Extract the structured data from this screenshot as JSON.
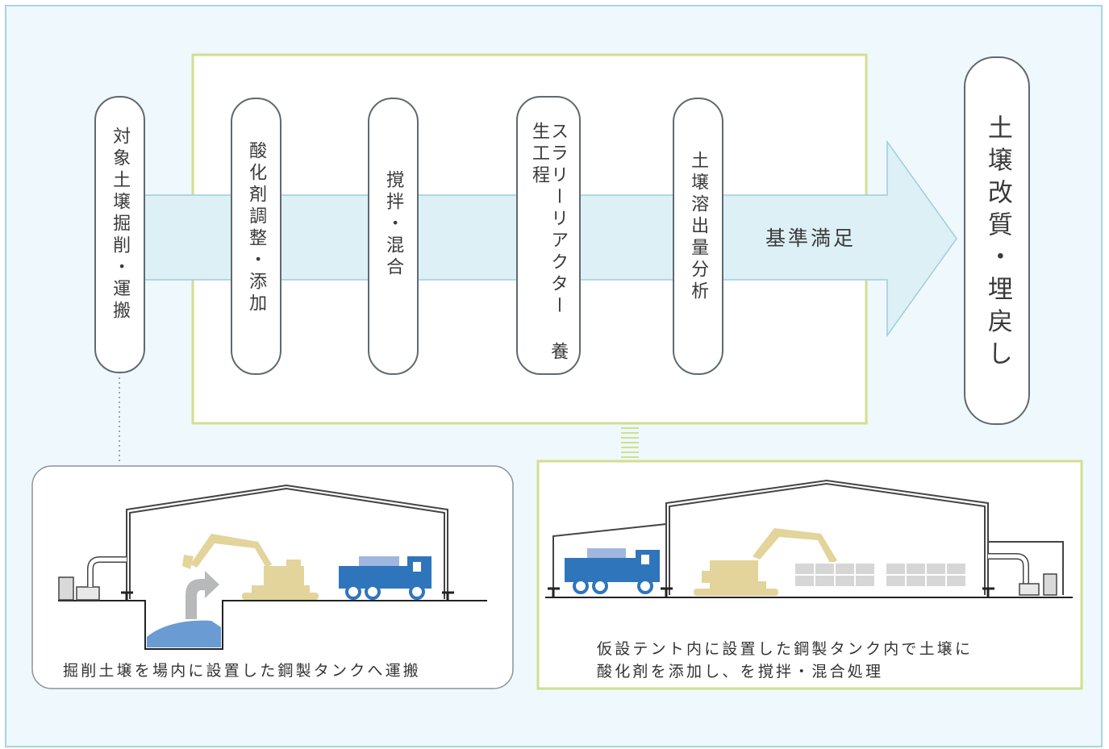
{
  "flow_steps": [
    {
      "label": "対象土壌掘削・運搬"
    },
    {
      "label": "酸化剤調整・添加"
    },
    {
      "label": "撹拌・混合"
    },
    {
      "label_line1": "スラリーリアクター",
      "label_line2": "養生工程"
    },
    {
      "label": "土壌溶出量分析"
    }
  ],
  "arrow_label": "基準満足",
  "final_step": {
    "label": "土壌改質・埋戻し"
  },
  "left_panel": {
    "caption": "掘削土壌を場内に設置した鋼製タンクへ運搬"
  },
  "right_panel": {
    "caption_line1": "仮設テント内に設置した鋼製タンク内で土壌に",
    "caption_line2": "酸化剤を添加し、を撹拌・混合処理"
  },
  "colors": {
    "background": "#eff8fd",
    "frame_border": "#a8d5dc",
    "highlight_box": "#cfe08e",
    "arrow_fill": "#ddf0f6",
    "pill_border": "#5f6a70",
    "excavator": "#e2d49a",
    "truck": "#2f75bc",
    "soil": "#6a9bd3",
    "tank": "#c9c9c9"
  }
}
